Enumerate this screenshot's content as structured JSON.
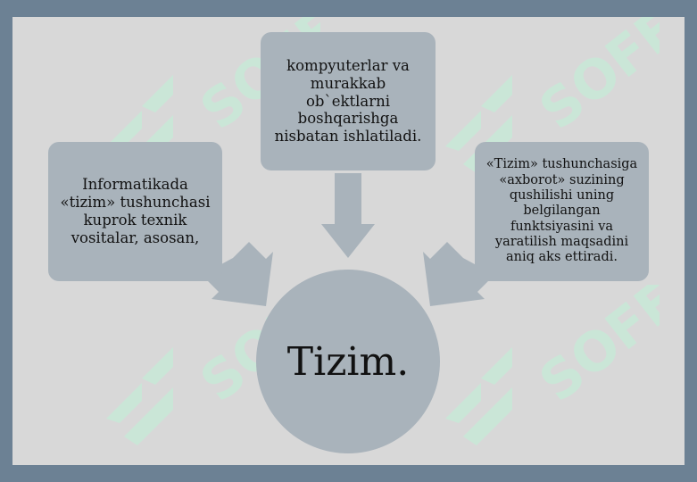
{
  "diagram": {
    "left_box": "Informatikada\n«tizim» tushunchasi\nkuprok texnik\nvositalar, asosan,",
    "top_box": "kompyuterlar va\nmurakkab ob`ektlarni\nboshqarishga\nnisbatan ishlatiladi.",
    "right_box": "«Tizim» tushunchasiga\n«axborot» suzining\nqushilishi uning\nbelgilangan\nfunktsiyasini va\nyaratilish maqsadini\naniq aks ettiradi.",
    "center": "Tizim."
  },
  "watermark": {
    "text": "SOFF",
    "color": "#bff2d7"
  },
  "colors": {
    "frame": "#6c8194",
    "background": "#d8d8d8",
    "shape_fill": "#a9b3bb"
  }
}
